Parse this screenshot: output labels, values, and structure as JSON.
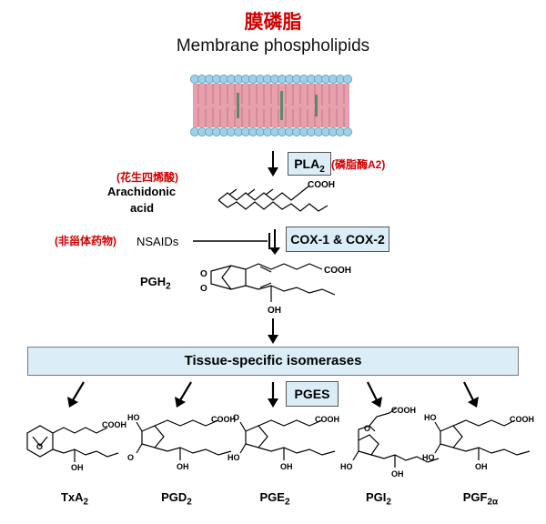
{
  "header": {
    "title_cn": "膜磷脂",
    "title_en": "Membrane phospholipids"
  },
  "enzymes": {
    "pla2": "PLA",
    "pla2_sub": "2",
    "pla2_cn": "(磷脂酶A2)",
    "cox": "COX-1 & COX-2",
    "pges": "PGES"
  },
  "compounds": {
    "arachidonic_cn": "(花生四烯酸)",
    "arachidonic_line1": "Arachidonic",
    "arachidonic_line2": "acid",
    "nsaids_cn": "(非甾体药物)",
    "nsaids": "NSAIDs",
    "pgh2": "PGH",
    "pgh2_sub": "2",
    "cooh": "COOH",
    "oh": "OH",
    "ho": "HO",
    "o": "O"
  },
  "isomerases": "Tissue-specific isomerases",
  "products": [
    {
      "name": "TxA",
      "sub": "2"
    },
    {
      "name": "PGD",
      "sub": "2"
    },
    {
      "name": "PGE",
      "sub": "2"
    },
    {
      "name": "PGI",
      "sub": "2"
    },
    {
      "name": "PGF",
      "sub": "2α"
    }
  ],
  "colors": {
    "accent_red": "#d10000",
    "box_fill": "#dbeef8",
    "lipid_head": "#9fd0e4",
    "lipid_tail": "#e8a0ad"
  }
}
